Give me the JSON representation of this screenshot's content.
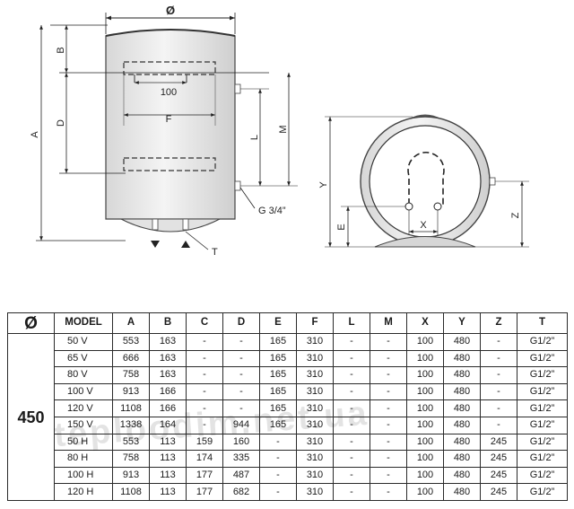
{
  "drawing": {
    "front_view": {
      "diameter_label": "Ø",
      "dim_A": "A",
      "dim_B": "B",
      "dim_D": "D",
      "dim_F": "F",
      "dim_100": "100",
      "dim_L": "L",
      "dim_M": "M",
      "connection_label": "G 3/4”",
      "t_label": "T"
    },
    "side_view": {
      "dim_X": "X",
      "dim_Y": "Y",
      "dim_E": "E",
      "dim_Z": "Z"
    }
  },
  "table": {
    "headers": [
      "Ø",
      "MODEL",
      "A",
      "B",
      "C",
      "D",
      "E",
      "F",
      "L",
      "M",
      "X",
      "Y",
      "Z",
      "T"
    ],
    "diameter_value": "450",
    "rows": [
      [
        "50 V",
        "553",
        "163",
        "-",
        "-",
        "165",
        "310",
        "-",
        "-",
        "100",
        "480",
        "-",
        "G1/2”"
      ],
      [
        "65 V",
        "666",
        "163",
        "-",
        "-",
        "165",
        "310",
        "-",
        "-",
        "100",
        "480",
        "-",
        "G1/2”"
      ],
      [
        "80 V",
        "758",
        "163",
        "-",
        "-",
        "165",
        "310",
        "-",
        "-",
        "100",
        "480",
        "-",
        "G1/2”"
      ],
      [
        "100 V",
        "913",
        "166",
        "-",
        "-",
        "165",
        "310",
        "-",
        "-",
        "100",
        "480",
        "-",
        "G1/2”"
      ],
      [
        "120 V",
        "1108",
        "166",
        "-",
        "-",
        "165",
        "310",
        "-",
        "-",
        "100",
        "480",
        "-",
        "G1/2”"
      ],
      [
        "150 V",
        "1338",
        "164",
        "-",
        "944",
        "165",
        "310",
        "-",
        "-",
        "100",
        "480",
        "-",
        "G1/2”"
      ],
      [
        "50 H",
        "553",
        "113",
        "159",
        "160",
        "-",
        "310",
        "-",
        "-",
        "100",
        "480",
        "245",
        "G1/2”"
      ],
      [
        "80 H",
        "758",
        "113",
        "174",
        "335",
        "-",
        "310",
        "-",
        "-",
        "100",
        "480",
        "245",
        "G1/2”"
      ],
      [
        "100 H",
        "913",
        "113",
        "177",
        "487",
        "-",
        "310",
        "-",
        "-",
        "100",
        "480",
        "245",
        "G1/2”"
      ],
      [
        "120 H",
        "1108",
        "113",
        "177",
        "682",
        "-",
        "310",
        "-",
        "-",
        "100",
        "480",
        "245",
        "G1/2”"
      ]
    ]
  },
  "watermark": "teploodim.net.ua"
}
